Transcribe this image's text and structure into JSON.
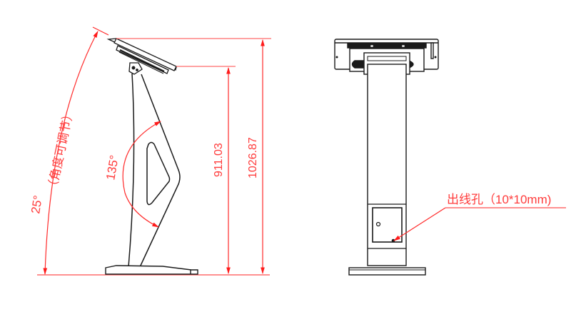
{
  "colors": {
    "dimension": "#ff2a2a",
    "dimension_light": "#ff6b6b",
    "outline": "#1a1a1a",
    "background": "#ffffff"
  },
  "side_view": {
    "tilt_angle_label": "25°",
    "tilt_angle_note": "（角度可调节）",
    "bend_angle_label": "135°",
    "height_to_screen_lower": "911.03",
    "height_total": "1026.87"
  },
  "front_view": {
    "cable_hole_label": "出线孔（10*10mm)"
  }
}
